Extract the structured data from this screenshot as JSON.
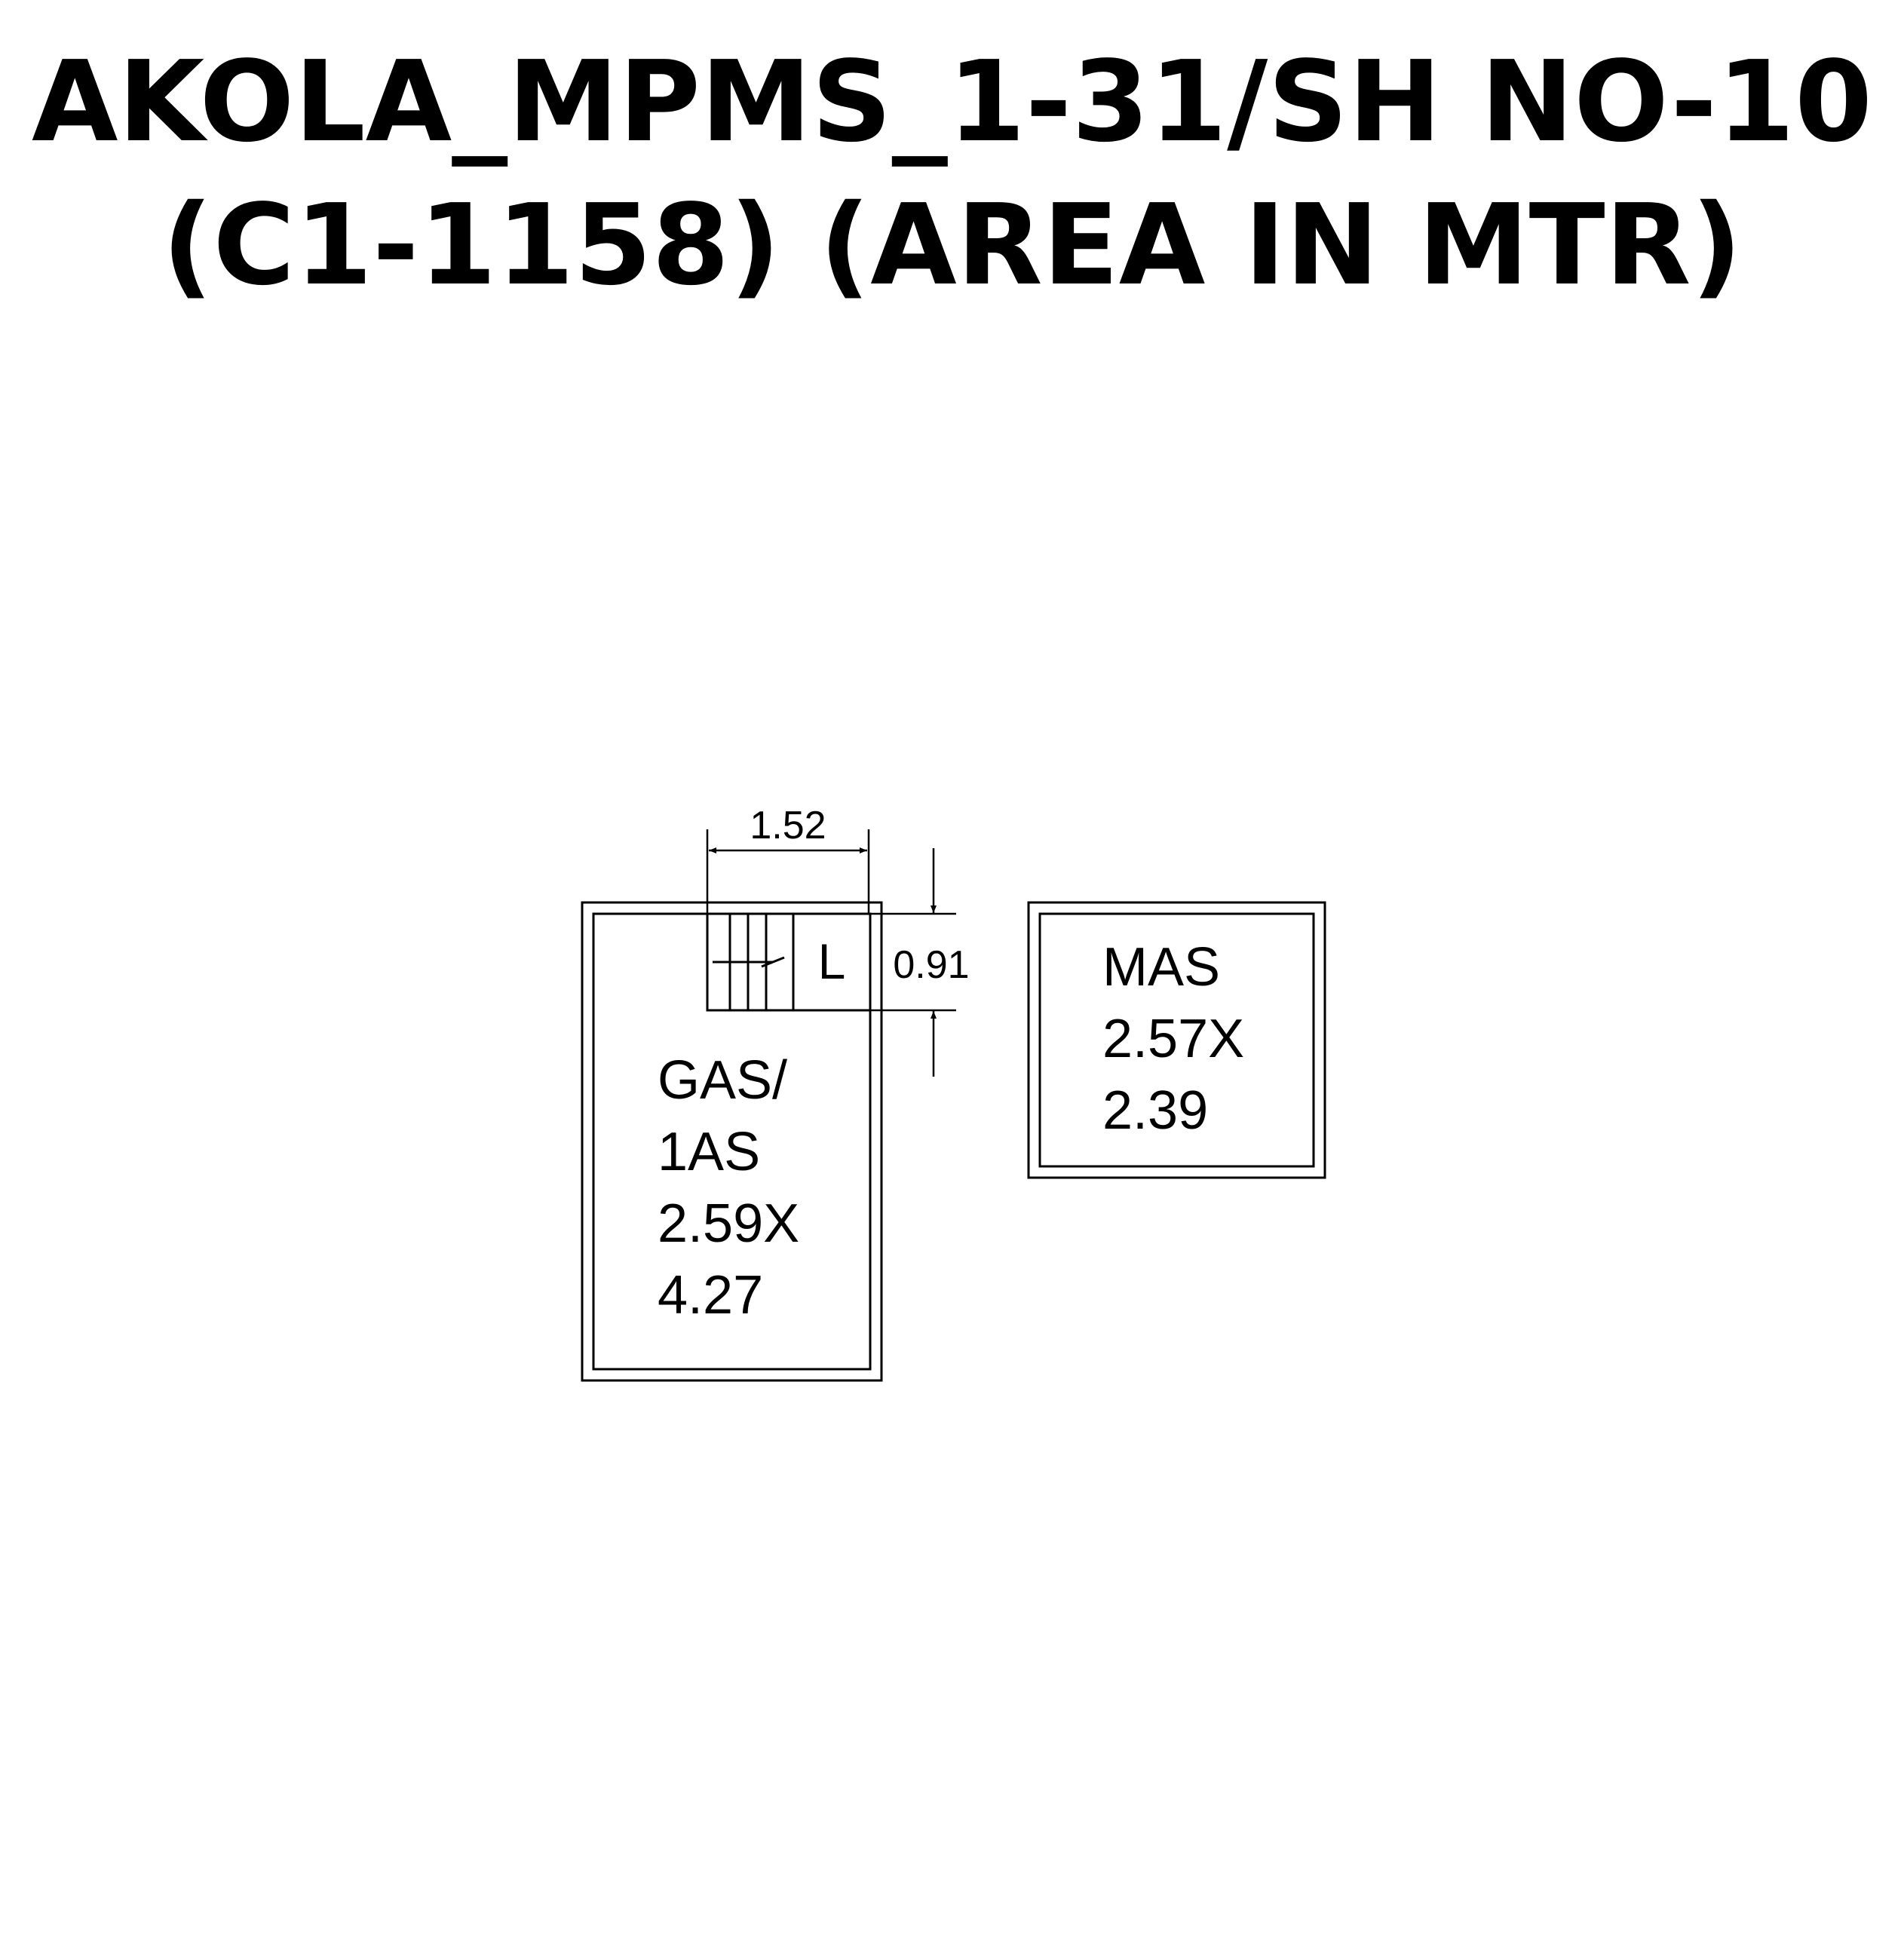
{
  "title": {
    "line1": "AKOLA_MPMS_1-31/SH NO-10",
    "line2": "(C1-1158) (AREA IN MTR)"
  },
  "plan": {
    "dim_width": "1.52",
    "dim_height": "0.91",
    "stair_label": "L",
    "room_left": {
      "line1": "GAS/",
      "line2": "1AS",
      "line3": "2.59X",
      "line4": "4.27"
    },
    "room_right": {
      "line1": "MAS",
      "line2": "2.57X",
      "line3": "2.39"
    }
  }
}
